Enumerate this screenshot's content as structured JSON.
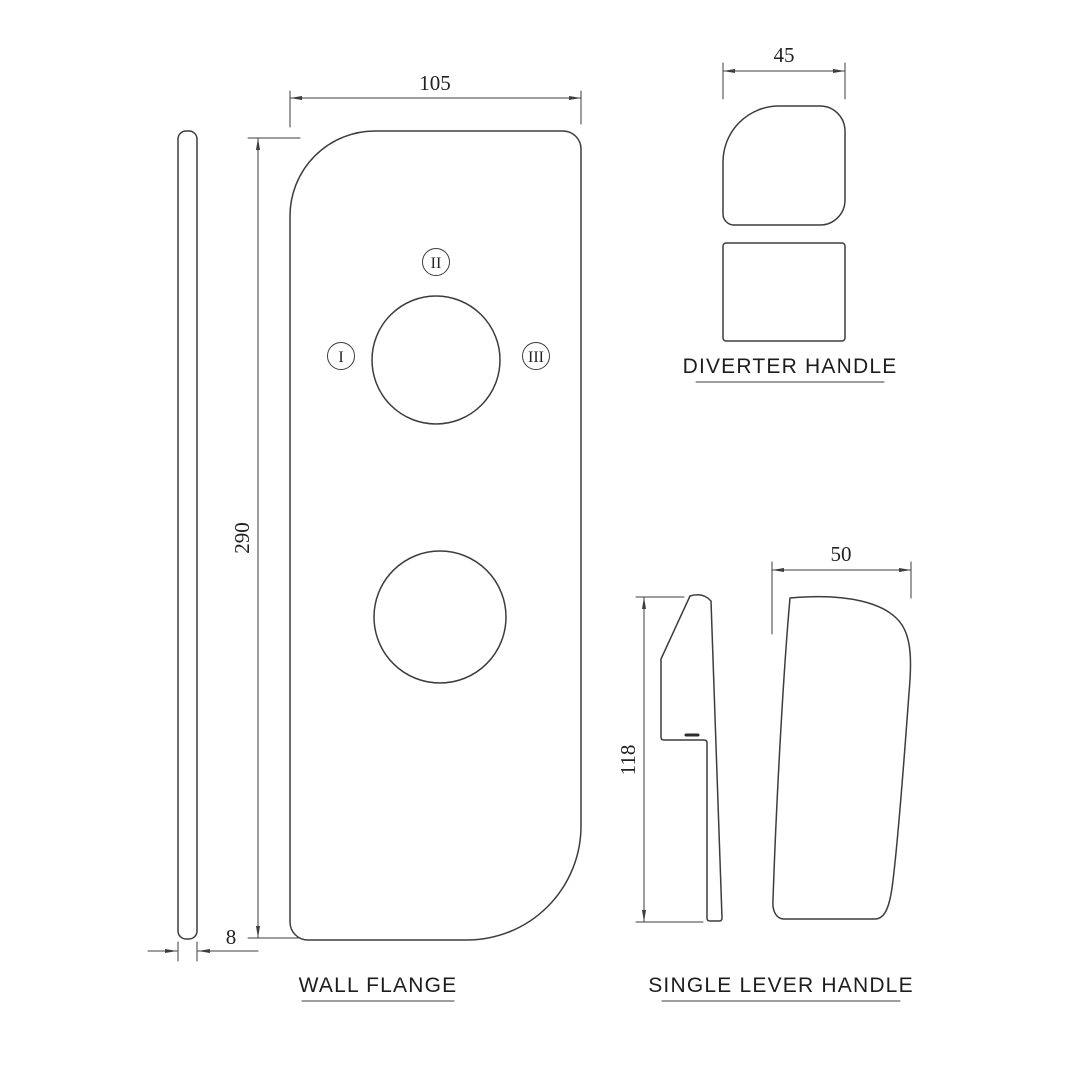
{
  "drawing": {
    "wall_flange": {
      "label": "WALL FLANGE",
      "dim_width": "105",
      "dim_height": "290",
      "dim_thickness": "8",
      "ports": {
        "left": "I",
        "top": "II",
        "right": "III"
      }
    },
    "diverter_handle": {
      "label": "DIVERTER HANDLE",
      "dim_width": "45"
    },
    "single_lever_handle": {
      "label": "SINGLE LEVER HANDLE",
      "dim_width": "50",
      "dim_height": "118"
    }
  },
  "colors": {
    "background": "#ffffff",
    "line": "#3d3d3d",
    "text": "#222222"
  }
}
